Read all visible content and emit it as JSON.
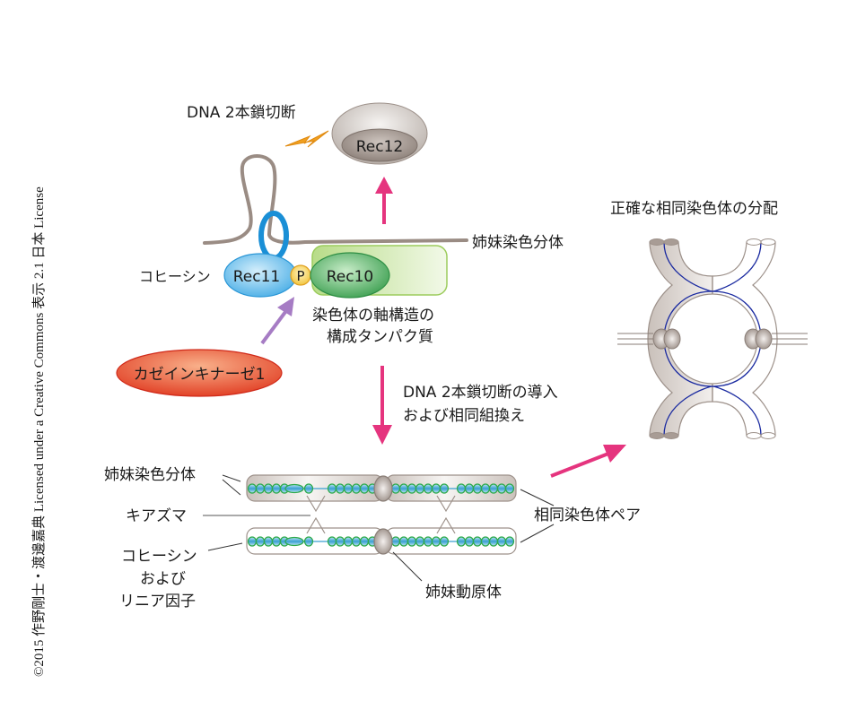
{
  "credit": "©2015 作野剛士・渡邊嘉典 Licensed under a Creative Commons 表示 2.1 日本 License",
  "top": {
    "dsb_label": "DNA 2本鎖切断",
    "rec12": "Rec12",
    "sister_chromatid": "姉妹染色分体",
    "cohesin": "コヒーシン",
    "rec11": "Rec11",
    "phospho": "P",
    "rec10": "Rec10",
    "axis_protein_line1": "染色体の軸構造の",
    "axis_protein_line2": "構成タンパク質",
    "kinase": "カゼインキナーゼ1"
  },
  "step": {
    "line1": "DNA 2本鎖切断の導入",
    "line2": "および相同組換え"
  },
  "bottom": {
    "sister_chromatid": "姉妹染色分体",
    "chiasma": "キアズマ",
    "cohesin_line1": "コヒーシン",
    "cohesin_line2": "および",
    "cohesin_line3": "リニア因子",
    "homolog_pair": "相同染色体ペア",
    "sister_kinetochore": "姉妹動原体"
  },
  "right": {
    "title": "正確な相同染色体の分配"
  },
  "colors": {
    "arrow_pink": "#e5347e",
    "arrow_purple": "#a67cc4",
    "lightning": "#f0a020",
    "cohesin_ring": "#1a8fd6",
    "dna_line": "#9a8c84",
    "rec11_fill": "#5cb8ea",
    "rec10_fill": "#4bae5a",
    "axis_fill": "#c8e6a0",
    "kinase_fill": "#e8502c",
    "phospho_fill": "#f8d860",
    "chromatid_fill": "#cfc6c0",
    "bead_green": "#2eaa4c",
    "spindle_blue": "#1a2aa0"
  }
}
